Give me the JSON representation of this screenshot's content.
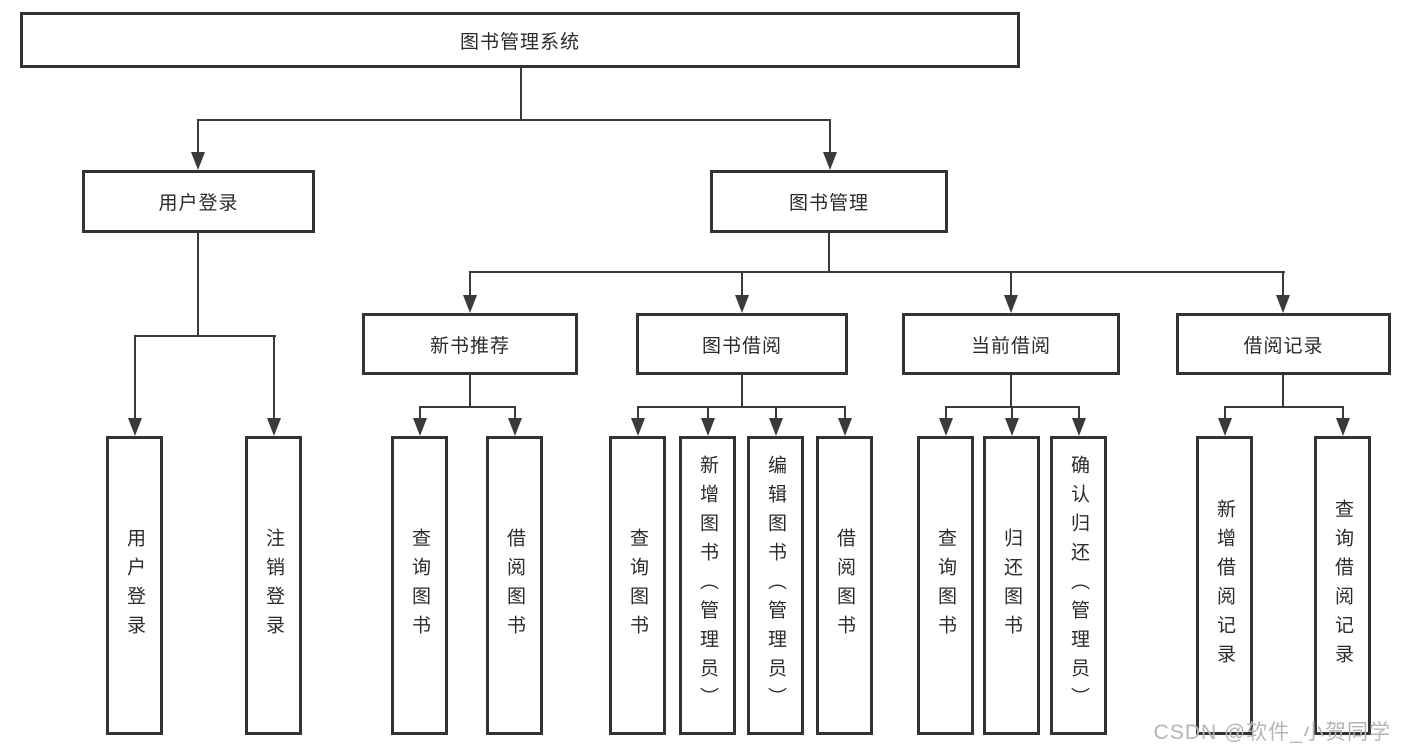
{
  "diagram": {
    "type": "hierarchy-tree",
    "title": "图书管理系统",
    "root": {
      "label": "图书管理系统"
    },
    "level2": [
      {
        "label": "用户登录"
      },
      {
        "label": "图书管理"
      }
    ],
    "level3": [
      {
        "label": "新书推荐",
        "parent": "图书管理"
      },
      {
        "label": "图书借阅",
        "parent": "图书管理"
      },
      {
        "label": "当前借阅",
        "parent": "图书管理"
      },
      {
        "label": "借阅记录",
        "parent": "图书管理"
      }
    ],
    "leaves": [
      {
        "label": "用户登录",
        "parent": "用户登录"
      },
      {
        "label": "注销登录",
        "parent": "用户登录"
      },
      {
        "label": "查询图书",
        "parent": "新书推荐"
      },
      {
        "label": "借阅图书",
        "parent": "新书推荐"
      },
      {
        "label": "查询图书",
        "parent": "图书借阅"
      },
      {
        "label": "新增图书（管理员）",
        "parent": "图书借阅"
      },
      {
        "label": "编辑图书（管理员）",
        "parent": "图书借阅"
      },
      {
        "label": "借阅图书",
        "parent": "图书借阅"
      },
      {
        "label": "查询图书",
        "parent": "当前借阅"
      },
      {
        "label": "归还图书",
        "parent": "当前借阅"
      },
      {
        "label": "确认归还（管理员）",
        "parent": "当前借阅"
      },
      {
        "label": "新增借阅记录",
        "parent": "借阅记录"
      },
      {
        "label": "查询借阅记录",
        "parent": "借阅记录"
      }
    ],
    "colors": {
      "line": "#3a3a3a",
      "box_border": "#333333",
      "text": "#2b2b2b",
      "background": "#ffffff"
    }
  },
  "watermark": {
    "text": "CSDN @软件_小贺同学",
    "color": "#b5b5b5"
  }
}
